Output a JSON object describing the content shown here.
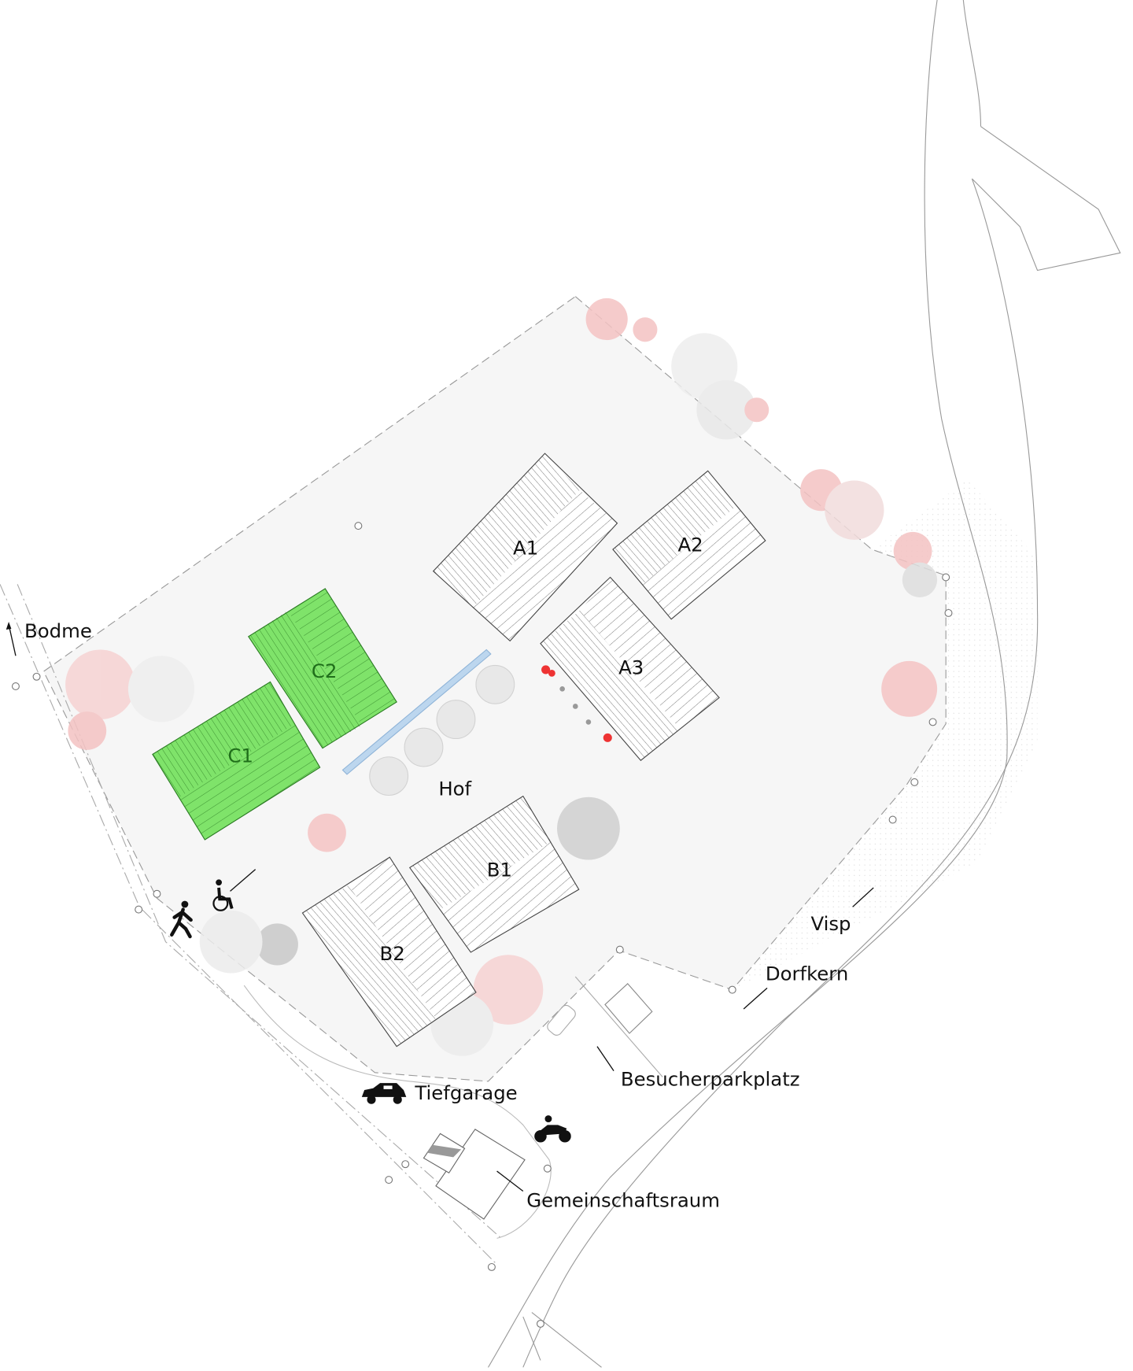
{
  "colors": {
    "building_gray": "#ffffff",
    "building_green": "#7fe36a",
    "tree_pink": "#f2b8b8",
    "tree_gray": "#d8d8d8",
    "water": "#bcd6ee"
  },
  "buildings": [
    {
      "id": "A1",
      "label": "A1",
      "highlight": false
    },
    {
      "id": "A2",
      "label": "A2",
      "highlight": false
    },
    {
      "id": "A3",
      "label": "A3",
      "highlight": false
    },
    {
      "id": "B1",
      "label": "B1",
      "highlight": false
    },
    {
      "id": "B2",
      "label": "B2",
      "highlight": false
    },
    {
      "id": "C1",
      "label": "C1",
      "highlight": true
    },
    {
      "id": "C2",
      "label": "C2",
      "highlight": true
    }
  ],
  "places": {
    "courtyard": "Hof",
    "north_direction": "Bodme",
    "east_direction": "Visp",
    "village_center": "Dorfkern",
    "visitor_parking": "Besucherparkplatz",
    "underground_garage": "Tiefgarage",
    "community_room": "Gemeinschaftsraum"
  },
  "icons": [
    "pedestrian-icon",
    "wheelchair-icon",
    "car-icon",
    "motorbike-icon"
  ]
}
